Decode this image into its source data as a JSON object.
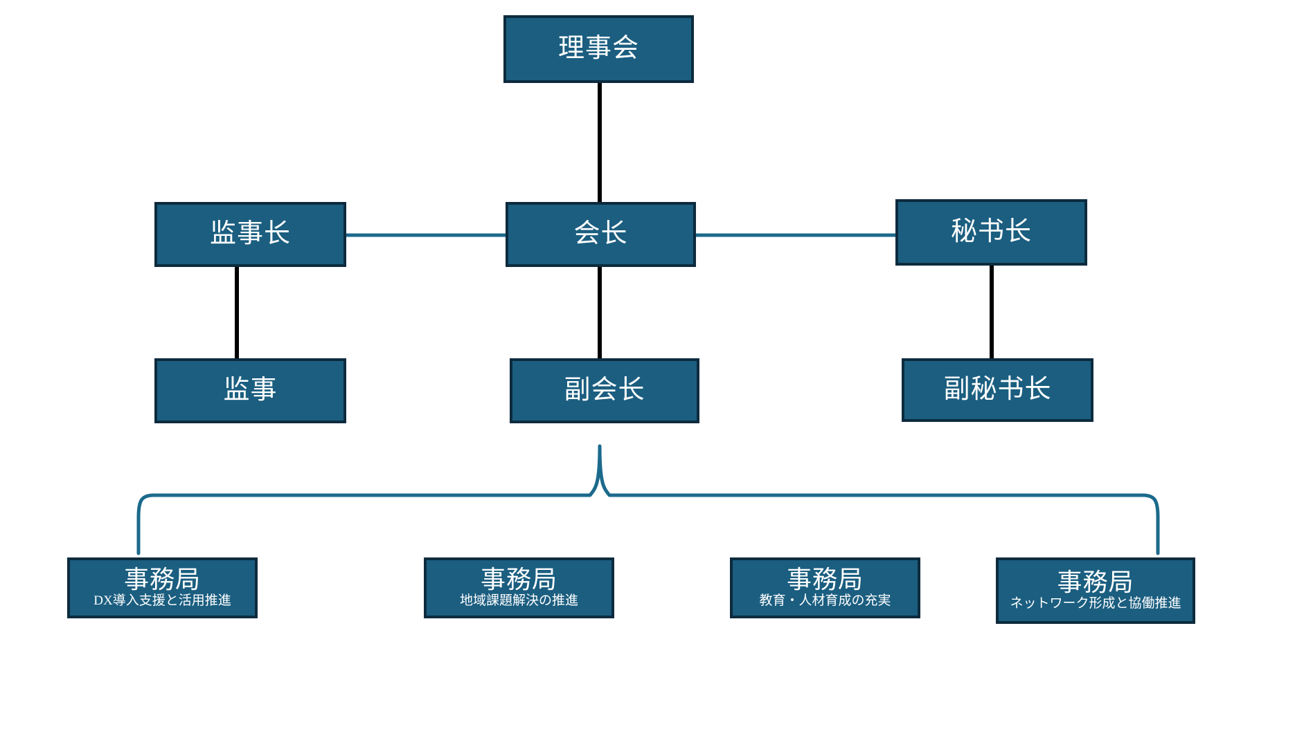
{
  "chart_data": {
    "type": "diagram",
    "diagram_kind": "organization-chart",
    "title": "",
    "colors": {
      "node_fill": "#1b5e80",
      "node_border": "#0d2b3e",
      "node_text": "#ffffff",
      "vertical_connector": "#000000",
      "horizontal_connector": "#1b6a8c",
      "brace_connector": "#1b6a8c",
      "background": "#ffffff"
    },
    "nodes": [
      {
        "id": "board",
        "label": "理事会",
        "sublabel": "",
        "level": 0
      },
      {
        "id": "auditor-chief",
        "label": "监事长",
        "sublabel": "",
        "level": 1
      },
      {
        "id": "president",
        "label": "会长",
        "sublabel": "",
        "level": 1
      },
      {
        "id": "secgen",
        "label": "秘书长",
        "sublabel": "",
        "level": 1
      },
      {
        "id": "auditor",
        "label": "监事",
        "sublabel": "",
        "level": 2
      },
      {
        "id": "vicepres",
        "label": "副会长",
        "sublabel": "",
        "level": 2
      },
      {
        "id": "deputysec",
        "label": "副秘书长",
        "sublabel": "",
        "level": 2
      },
      {
        "id": "office-1",
        "label": "事務局",
        "sublabel": "DX導入支援と活用推進",
        "level": 3
      },
      {
        "id": "office-2",
        "label": "事務局",
        "sublabel": "地域課題解決の推進",
        "level": 3
      },
      {
        "id": "office-3",
        "label": "事務局",
        "sublabel": "教育・人材育成の充実",
        "level": 3
      },
      {
        "id": "office-4",
        "label": "事務局",
        "sublabel": "ネットワーク形成と協働推進",
        "level": 3
      }
    ],
    "edges": [
      {
        "from": "board",
        "to": "president",
        "style": "vertical-black"
      },
      {
        "from": "auditor-chief",
        "to": "president",
        "style": "horizontal-teal"
      },
      {
        "from": "president",
        "to": "secgen",
        "style": "horizontal-teal"
      },
      {
        "from": "auditor-chief",
        "to": "auditor",
        "style": "vertical-black"
      },
      {
        "from": "president",
        "to": "vicepres",
        "style": "vertical-black"
      },
      {
        "from": "secgen",
        "to": "deputysec",
        "style": "vertical-black"
      },
      {
        "from": "vicepres",
        "to": "office-1",
        "style": "brace-teal"
      },
      {
        "from": "vicepres",
        "to": "office-4",
        "style": "brace-teal"
      }
    ]
  },
  "nodes": {
    "board": {
      "title": "理事会",
      "subtitle": ""
    },
    "auditor_chief": {
      "title": "监事长",
      "subtitle": ""
    },
    "president": {
      "title": "会长",
      "subtitle": ""
    },
    "secgen": {
      "title": "秘书长",
      "subtitle": ""
    },
    "auditor": {
      "title": "监事",
      "subtitle": ""
    },
    "vicepres": {
      "title": "副会长",
      "subtitle": ""
    },
    "deputysec": {
      "title": "副秘书长",
      "subtitle": ""
    },
    "office_1": {
      "title": "事務局",
      "subtitle": "DX導入支援と活用推進"
    },
    "office_2": {
      "title": "事務局",
      "subtitle": "地域課題解決の推進"
    },
    "office_3": {
      "title": "事務局",
      "subtitle": "教育・人材育成の充実"
    },
    "office_4": {
      "title": "事務局",
      "subtitle": "ネットワーク形成と協働推進"
    }
  }
}
